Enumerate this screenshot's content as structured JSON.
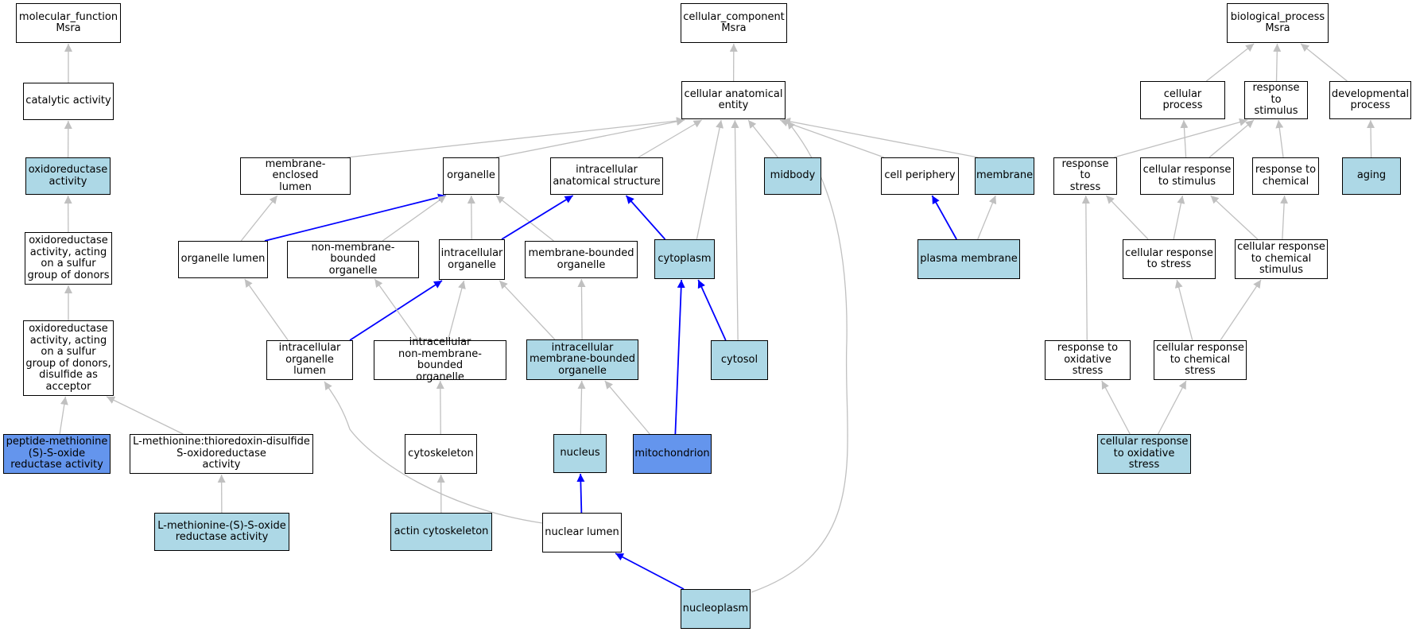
{
  "colors": {
    "plain_fill": "#ffffff",
    "annotated_fill": "#add8e6",
    "highlight_fill": "#6495ed",
    "default_edge": "#c0c0c0",
    "highlight_edge": "#0000ff"
  },
  "nodes": [
    {
      "id": "mf",
      "label": "molecular_function\nMsra",
      "fill": "white"
    },
    {
      "id": "catalytic",
      "label": "catalytic activity",
      "fill": "white"
    },
    {
      "id": "oxidoreductase",
      "label": "oxidoreductase\nactivity",
      "fill": "light"
    },
    {
      "id": "ox_sulfur",
      "label": "oxidoreductase\nactivity, acting\non a sulfur\ngroup of donors",
      "fill": "white"
    },
    {
      "id": "ox_disulfide",
      "label": "oxidoreductase\nactivity, acting\non a sulfur\ngroup of donors,\ndisulfide as\nacceptor",
      "fill": "white"
    },
    {
      "id": "pep_met",
      "label": "peptide-methionine\n(S)-S-oxide\nreductase activity",
      "fill": "dark"
    },
    {
      "id": "lmet_thio",
      "label": "L-methionine:thioredoxin-disulfide\nS-oxidoreductase\nactivity",
      "fill": "white"
    },
    {
      "id": "lmet_oxide",
      "label": "L-methionine-(S)-S-oxide\nreductase activity",
      "fill": "light"
    },
    {
      "id": "cc",
      "label": "cellular_component\nMsra",
      "fill": "white"
    },
    {
      "id": "cae",
      "label": "cellular anatomical\nentity",
      "fill": "white"
    },
    {
      "id": "mem_lumen",
      "label": "membrane-enclosed\nlumen",
      "fill": "white"
    },
    {
      "id": "organelle",
      "label": "organelle",
      "fill": "white"
    },
    {
      "id": "ias",
      "label": "intracellular\nanatomical structure",
      "fill": "white"
    },
    {
      "id": "midbody",
      "label": "midbody",
      "fill": "light"
    },
    {
      "id": "cell_periphery",
      "label": "cell periphery",
      "fill": "white"
    },
    {
      "id": "membrane",
      "label": "membrane",
      "fill": "light"
    },
    {
      "id": "org_lumen",
      "label": "organelle lumen",
      "fill": "white"
    },
    {
      "id": "nmbo",
      "label": "non-membrane-bounded\norganelle",
      "fill": "white"
    },
    {
      "id": "intra_org",
      "label": "intracellular\norganelle",
      "fill": "white"
    },
    {
      "id": "mbo",
      "label": "membrane-bounded\norganelle",
      "fill": "white"
    },
    {
      "id": "cytoplasm",
      "label": "cytoplasm",
      "fill": "light"
    },
    {
      "id": "plasma_mem",
      "label": "plasma membrane",
      "fill": "light"
    },
    {
      "id": "iol",
      "label": "intracellular\norganelle lumen",
      "fill": "white"
    },
    {
      "id": "inmbo",
      "label": "intracellular\nnon-membrane-bounded\norganelle",
      "fill": "white"
    },
    {
      "id": "imbo",
      "label": "intracellular\nmembrane-bounded\norganelle",
      "fill": "light"
    },
    {
      "id": "cytosol",
      "label": "cytosol",
      "fill": "light"
    },
    {
      "id": "cytoskeleton",
      "label": "cytoskeleton",
      "fill": "white"
    },
    {
      "id": "nucleus",
      "label": "nucleus",
      "fill": "light"
    },
    {
      "id": "mitochondrion",
      "label": "mitochondrion",
      "fill": "dark"
    },
    {
      "id": "actin",
      "label": "actin cytoskeleton",
      "fill": "light"
    },
    {
      "id": "nuc_lumen",
      "label": "nuclear lumen",
      "fill": "white"
    },
    {
      "id": "nucleoplasm",
      "label": "nucleoplasm",
      "fill": "light"
    },
    {
      "id": "bp",
      "label": "biological_process\nMsra",
      "fill": "white"
    },
    {
      "id": "cell_proc",
      "label": "cellular process",
      "fill": "white"
    },
    {
      "id": "resp_stim",
      "label": "response to\nstimulus",
      "fill": "white"
    },
    {
      "id": "dev_proc",
      "label": "developmental\nprocess",
      "fill": "white"
    },
    {
      "id": "resp_stress",
      "label": "response to\nstress",
      "fill": "white"
    },
    {
      "id": "cell_resp_stim",
      "label": "cellular response\nto stimulus",
      "fill": "white"
    },
    {
      "id": "resp_chem",
      "label": "response to\nchemical",
      "fill": "white"
    },
    {
      "id": "aging",
      "label": "aging",
      "fill": "light"
    },
    {
      "id": "cell_resp_stress",
      "label": "cellular response\nto stress",
      "fill": "white"
    },
    {
      "id": "cell_resp_chem_stim",
      "label": "cellular response\nto chemical\nstimulus",
      "fill": "white"
    },
    {
      "id": "resp_ox",
      "label": "response to\noxidative stress",
      "fill": "white"
    },
    {
      "id": "cell_resp_chem_stress",
      "label": "cellular response\nto chemical\nstress",
      "fill": "white"
    },
    {
      "id": "cell_resp_ox",
      "label": "cellular response\nto oxidative\nstress",
      "fill": "light"
    }
  ],
  "edges": [
    {
      "from": "catalytic",
      "to": "mf",
      "highlight": false
    },
    {
      "from": "oxidoreductase",
      "to": "catalytic",
      "highlight": false
    },
    {
      "from": "ox_sulfur",
      "to": "oxidoreductase",
      "highlight": false
    },
    {
      "from": "ox_disulfide",
      "to": "ox_sulfur",
      "highlight": false
    },
    {
      "from": "pep_met",
      "to": "ox_disulfide",
      "highlight": false
    },
    {
      "from": "lmet_thio",
      "to": "ox_disulfide",
      "highlight": false
    },
    {
      "from": "lmet_oxide",
      "to": "lmet_thio",
      "highlight": false
    },
    {
      "from": "cae",
      "to": "cc",
      "highlight": false
    },
    {
      "from": "mem_lumen",
      "to": "cae",
      "highlight": false
    },
    {
      "from": "organelle",
      "to": "cae",
      "highlight": false
    },
    {
      "from": "ias",
      "to": "cae",
      "highlight": false
    },
    {
      "from": "midbody",
      "to": "cae",
      "highlight": false
    },
    {
      "from": "cell_periphery",
      "to": "cae",
      "highlight": false
    },
    {
      "from": "membrane",
      "to": "cae",
      "highlight": false
    },
    {
      "from": "cytoplasm",
      "to": "cae",
      "highlight": false
    },
    {
      "from": "cytosol",
      "to": "cae",
      "highlight": false
    },
    {
      "from": "nucleoplasm",
      "to": "cae",
      "highlight": false
    },
    {
      "from": "org_lumen",
      "to": "mem_lumen",
      "highlight": false
    },
    {
      "from": "org_lumen",
      "to": "organelle",
      "highlight": true
    },
    {
      "from": "nmbo",
      "to": "organelle",
      "highlight": false
    },
    {
      "from": "intra_org",
      "to": "organelle",
      "highlight": false
    },
    {
      "from": "mbo",
      "to": "organelle",
      "highlight": false
    },
    {
      "from": "intra_org",
      "to": "ias",
      "highlight": true
    },
    {
      "from": "cytoplasm",
      "to": "ias",
      "highlight": true
    },
    {
      "from": "plasma_mem",
      "to": "cell_periphery",
      "highlight": true
    },
    {
      "from": "plasma_mem",
      "to": "membrane",
      "highlight": false
    },
    {
      "from": "iol",
      "to": "org_lumen",
      "highlight": false
    },
    {
      "from": "iol",
      "to": "intra_org",
      "highlight": true
    },
    {
      "from": "inmbo",
      "to": "nmbo",
      "highlight": false
    },
    {
      "from": "inmbo",
      "to": "intra_org",
      "highlight": false
    },
    {
      "from": "imbo",
      "to": "intra_org",
      "highlight": false
    },
    {
      "from": "imbo",
      "to": "mbo",
      "highlight": false
    },
    {
      "from": "cytosol",
      "to": "cytoplasm",
      "highlight": true
    },
    {
      "from": "mitochondrion",
      "to": "cytoplasm",
      "highlight": true
    },
    {
      "from": "cytoskeleton",
      "to": "inmbo",
      "highlight": false
    },
    {
      "from": "nucleus",
      "to": "imbo",
      "highlight": false
    },
    {
      "from": "mitochondrion",
      "to": "imbo",
      "highlight": false
    },
    {
      "from": "actin",
      "to": "cytoskeleton",
      "highlight": false
    },
    {
      "from": "nuc_lumen",
      "to": "iol",
      "highlight": false
    },
    {
      "from": "nuc_lumen",
      "to": "nucleus",
      "highlight": true
    },
    {
      "from": "nucleoplasm",
      "to": "nuc_lumen",
      "highlight": true
    },
    {
      "from": "cell_proc",
      "to": "bp",
      "highlight": false
    },
    {
      "from": "resp_stim",
      "to": "bp",
      "highlight": false
    },
    {
      "from": "dev_proc",
      "to": "bp",
      "highlight": false
    },
    {
      "from": "resp_stress",
      "to": "resp_stim",
      "highlight": false
    },
    {
      "from": "cell_resp_stim",
      "to": "cell_proc",
      "highlight": false
    },
    {
      "from": "cell_resp_stim",
      "to": "resp_stim",
      "highlight": false
    },
    {
      "from": "resp_chem",
      "to": "resp_stim",
      "highlight": false
    },
    {
      "from": "aging",
      "to": "dev_proc",
      "highlight": false
    },
    {
      "from": "cell_resp_stress",
      "to": "resp_stress",
      "highlight": false
    },
    {
      "from": "cell_resp_stress",
      "to": "cell_resp_stim",
      "highlight": false
    },
    {
      "from": "cell_resp_chem_stim",
      "to": "cell_resp_stim",
      "highlight": false
    },
    {
      "from": "cell_resp_chem_stim",
      "to": "resp_chem",
      "highlight": false
    },
    {
      "from": "resp_ox",
      "to": "resp_stress",
      "highlight": false
    },
    {
      "from": "cell_resp_chem_stress",
      "to": "cell_resp_stress",
      "highlight": false
    },
    {
      "from": "cell_resp_chem_stress",
      "to": "cell_resp_chem_stim",
      "highlight": false
    },
    {
      "from": "cell_resp_ox",
      "to": "resp_ox",
      "highlight": false
    },
    {
      "from": "cell_resp_ox",
      "to": "cell_resp_chem_stress",
      "highlight": false
    }
  ]
}
